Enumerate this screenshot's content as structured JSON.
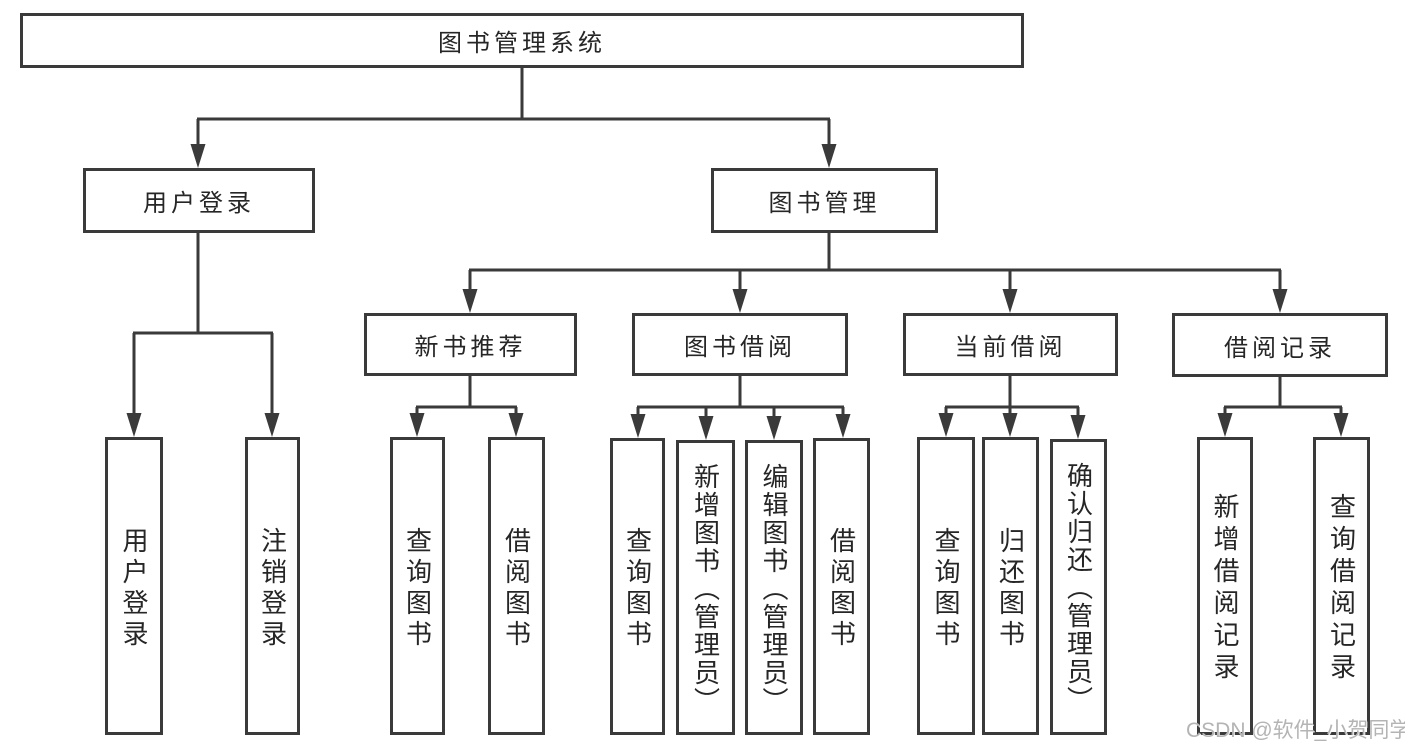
{
  "page": {
    "title": "图书管理系统"
  },
  "nodes": {
    "root": {
      "label": "图书管理系统"
    },
    "user_login": {
      "label": "用户登录"
    },
    "book_mgmt": {
      "label": "图书管理"
    },
    "new_book_rec": {
      "label": "新书推荐"
    },
    "book_borrow": {
      "label": "图书借阅"
    },
    "current_borrow": {
      "label": "当前借阅"
    },
    "borrow_records": {
      "label": "借阅记录"
    },
    "login_user": {
      "label": "用户登录"
    },
    "login_logout": {
      "label": "注销登录"
    },
    "rec_query": {
      "label": "查询图书"
    },
    "rec_borrow": {
      "label": "借阅图书"
    },
    "bb_query": {
      "label": "查询图书"
    },
    "bb_add": {
      "label": "新增图书（管理员）"
    },
    "bb_edit": {
      "label": "编辑图书（管理员）"
    },
    "bb_borrow": {
      "label": "借阅图书"
    },
    "cb_query": {
      "label": "查询图书"
    },
    "cb_return": {
      "label": "归还图书"
    },
    "cb_confirm": {
      "label": "确认归还（管理员）"
    },
    "br_add": {
      "label": "新增借阅记录"
    },
    "br_query": {
      "label": "查询借阅记录"
    }
  },
  "watermark": {
    "text": "CSDN @软件_小贺同学"
  },
  "colors": {
    "line": "#3a3a3a",
    "ink": "#262626",
    "background": "#ffffff",
    "watermark": "#b4b4b4"
  }
}
